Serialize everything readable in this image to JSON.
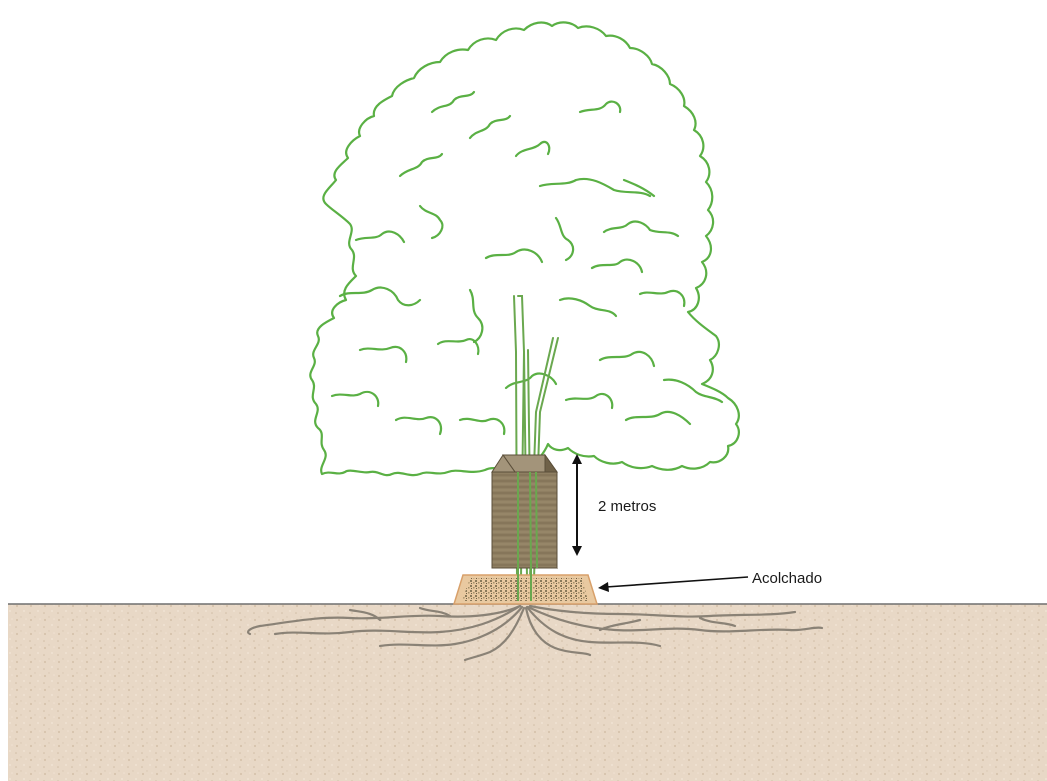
{
  "labels": {
    "height": "2 metros",
    "mulch": "Acolchado"
  },
  "colors": {
    "foliage_outline": "#5ab044",
    "trunk": "#6aa84f",
    "tree_guard_front": "#8f7f62",
    "tree_guard_side": "#6f6148",
    "tree_guard_top": "#a3947a",
    "mulch_fill": "#e9c9a0",
    "mulch_border": "#d8a06a",
    "soil": "#e8d8c6",
    "ground_line": "#6f6f6f",
    "roots": "#8a8276",
    "arrows": "#111111"
  },
  "icons": [
    "tree-illustration",
    "tree-guard-tube",
    "mulch-mat",
    "root-system",
    "double-arrow",
    "pointer-arrow"
  ]
}
